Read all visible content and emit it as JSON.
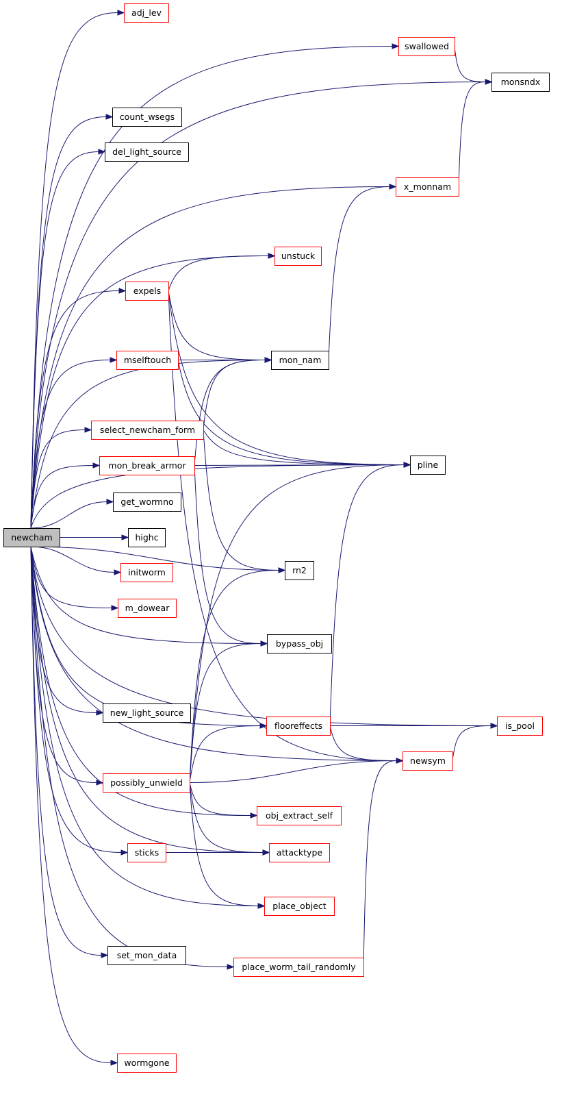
{
  "graph": {
    "root": "newcham",
    "colors": {
      "root_fill": "#bfbfbf",
      "root_border": "#000000",
      "documented_border": "#ff0000",
      "plain_border": "#000000",
      "edge": "#191970"
    },
    "nodes": [
      {
        "id": "newcham",
        "label": "newcham",
        "style": "root"
      },
      {
        "id": "adj_lev",
        "label": "adj_lev",
        "style": "red"
      },
      {
        "id": "swallowed",
        "label": "swallowed",
        "style": "red"
      },
      {
        "id": "monsndx",
        "label": "monsndx",
        "style": "black"
      },
      {
        "id": "count_wsegs",
        "label": "count_wsegs",
        "style": "black"
      },
      {
        "id": "del_light_source",
        "label": "del_light_source",
        "style": "black"
      },
      {
        "id": "x_monnam",
        "label": "x_monnam",
        "style": "red"
      },
      {
        "id": "unstuck",
        "label": "unstuck",
        "style": "red"
      },
      {
        "id": "expels",
        "label": "expels",
        "style": "red"
      },
      {
        "id": "mselftouch",
        "label": "mselftouch",
        "style": "red"
      },
      {
        "id": "mon_nam",
        "label": "mon_nam",
        "style": "black"
      },
      {
        "id": "select_newcham_form",
        "label": "select_newcham_form",
        "style": "red"
      },
      {
        "id": "mon_break_armor",
        "label": "mon_break_armor",
        "style": "red"
      },
      {
        "id": "pline",
        "label": "pline",
        "style": "black"
      },
      {
        "id": "get_wormno",
        "label": "get_wormno",
        "style": "black"
      },
      {
        "id": "highc",
        "label": "highc",
        "style": "black"
      },
      {
        "id": "initworm",
        "label": "initworm",
        "style": "red"
      },
      {
        "id": "rn2",
        "label": "rn2",
        "style": "black"
      },
      {
        "id": "m_dowear",
        "label": "m_dowear",
        "style": "red"
      },
      {
        "id": "bypass_obj",
        "label": "bypass_obj",
        "style": "black"
      },
      {
        "id": "new_light_source",
        "label": "new_light_source",
        "style": "black"
      },
      {
        "id": "flooreffects",
        "label": "flooreffects",
        "style": "red"
      },
      {
        "id": "is_pool",
        "label": "is_pool",
        "style": "red"
      },
      {
        "id": "newsym",
        "label": "newsym",
        "style": "red"
      },
      {
        "id": "possibly_unwield",
        "label": "possibly_unwield",
        "style": "red"
      },
      {
        "id": "obj_extract_self",
        "label": "obj_extract_self",
        "style": "red"
      },
      {
        "id": "sticks",
        "label": "sticks",
        "style": "red"
      },
      {
        "id": "attacktype",
        "label": "attacktype",
        "style": "red"
      },
      {
        "id": "place_object",
        "label": "place_object",
        "style": "red"
      },
      {
        "id": "set_mon_data",
        "label": "set_mon_data",
        "style": "black"
      },
      {
        "id": "place_worm_tail_randomly",
        "label": "place_worm_tail_randomly",
        "style": "red"
      },
      {
        "id": "wormgone",
        "label": "wormgone",
        "style": "red"
      }
    ],
    "edges": [
      {
        "from": "newcham",
        "to": "adj_lev"
      },
      {
        "from": "newcham",
        "to": "swallowed"
      },
      {
        "from": "newcham",
        "to": "monsndx"
      },
      {
        "from": "newcham",
        "to": "count_wsegs"
      },
      {
        "from": "newcham",
        "to": "del_light_source"
      },
      {
        "from": "newcham",
        "to": "x_monnam"
      },
      {
        "from": "newcham",
        "to": "is_pool"
      },
      {
        "from": "newcham",
        "to": "unstuck"
      },
      {
        "from": "newcham",
        "to": "expels"
      },
      {
        "from": "newcham",
        "to": "mon_nam"
      },
      {
        "from": "newcham",
        "to": "mselftouch"
      },
      {
        "from": "newcham",
        "to": "pline"
      },
      {
        "from": "newcham",
        "to": "select_newcham_form"
      },
      {
        "from": "newcham",
        "to": "mon_break_armor"
      },
      {
        "from": "newcham",
        "to": "get_wormno"
      },
      {
        "from": "newcham",
        "to": "highc"
      },
      {
        "from": "newcham",
        "to": "initworm"
      },
      {
        "from": "newcham",
        "to": "m_dowear"
      },
      {
        "from": "newcham",
        "to": "bypass_obj"
      },
      {
        "from": "newcham",
        "to": "flooreffects"
      },
      {
        "from": "newcham",
        "to": "new_light_source"
      },
      {
        "from": "newcham",
        "to": "rn2"
      },
      {
        "from": "newcham",
        "to": "possibly_unwield"
      },
      {
        "from": "newcham",
        "to": "obj_extract_self"
      },
      {
        "from": "newcham",
        "to": "sticks"
      },
      {
        "from": "newcham",
        "to": "attacktype"
      },
      {
        "from": "newcham",
        "to": "place_object"
      },
      {
        "from": "newcham",
        "to": "set_mon_data"
      },
      {
        "from": "newcham",
        "to": "place_worm_tail_randomly"
      },
      {
        "from": "newcham",
        "to": "newsym"
      },
      {
        "from": "newcham",
        "to": "wormgone"
      },
      {
        "from": "swallowed",
        "to": "monsndx"
      },
      {
        "from": "x_monnam",
        "to": "monsndx"
      },
      {
        "from": "mon_nam",
        "to": "x_monnam"
      },
      {
        "from": "expels",
        "to": "unstuck"
      },
      {
        "from": "expels",
        "to": "mon_nam"
      },
      {
        "from": "expels",
        "to": "pline"
      },
      {
        "from": "expels",
        "to": "newsym"
      },
      {
        "from": "mselftouch",
        "to": "mon_nam"
      },
      {
        "from": "mselftouch",
        "to": "pline"
      },
      {
        "from": "select_newcham_form",
        "to": "mon_nam"
      },
      {
        "from": "select_newcham_form",
        "to": "pline"
      },
      {
        "from": "select_newcham_form",
        "to": "rn2"
      },
      {
        "from": "mon_break_armor",
        "to": "mon_nam"
      },
      {
        "from": "mon_break_armor",
        "to": "pline"
      },
      {
        "from": "mon_break_armor",
        "to": "bypass_obj"
      },
      {
        "from": "flooreffects",
        "to": "pline"
      },
      {
        "from": "flooreffects",
        "to": "is_pool"
      },
      {
        "from": "flooreffects",
        "to": "newsym"
      },
      {
        "from": "newsym",
        "to": "is_pool"
      },
      {
        "from": "possibly_unwield",
        "to": "rn2"
      },
      {
        "from": "possibly_unwield",
        "to": "bypass_obj"
      },
      {
        "from": "possibly_unwield",
        "to": "pline"
      },
      {
        "from": "possibly_unwield",
        "to": "flooreffects"
      },
      {
        "from": "possibly_unwield",
        "to": "newsym"
      },
      {
        "from": "possibly_unwield",
        "to": "obj_extract_self"
      },
      {
        "from": "possibly_unwield",
        "to": "attacktype"
      },
      {
        "from": "possibly_unwield",
        "to": "place_object"
      },
      {
        "from": "sticks",
        "to": "attacktype"
      },
      {
        "from": "place_worm_tail_randomly",
        "to": "newsym"
      }
    ]
  }
}
